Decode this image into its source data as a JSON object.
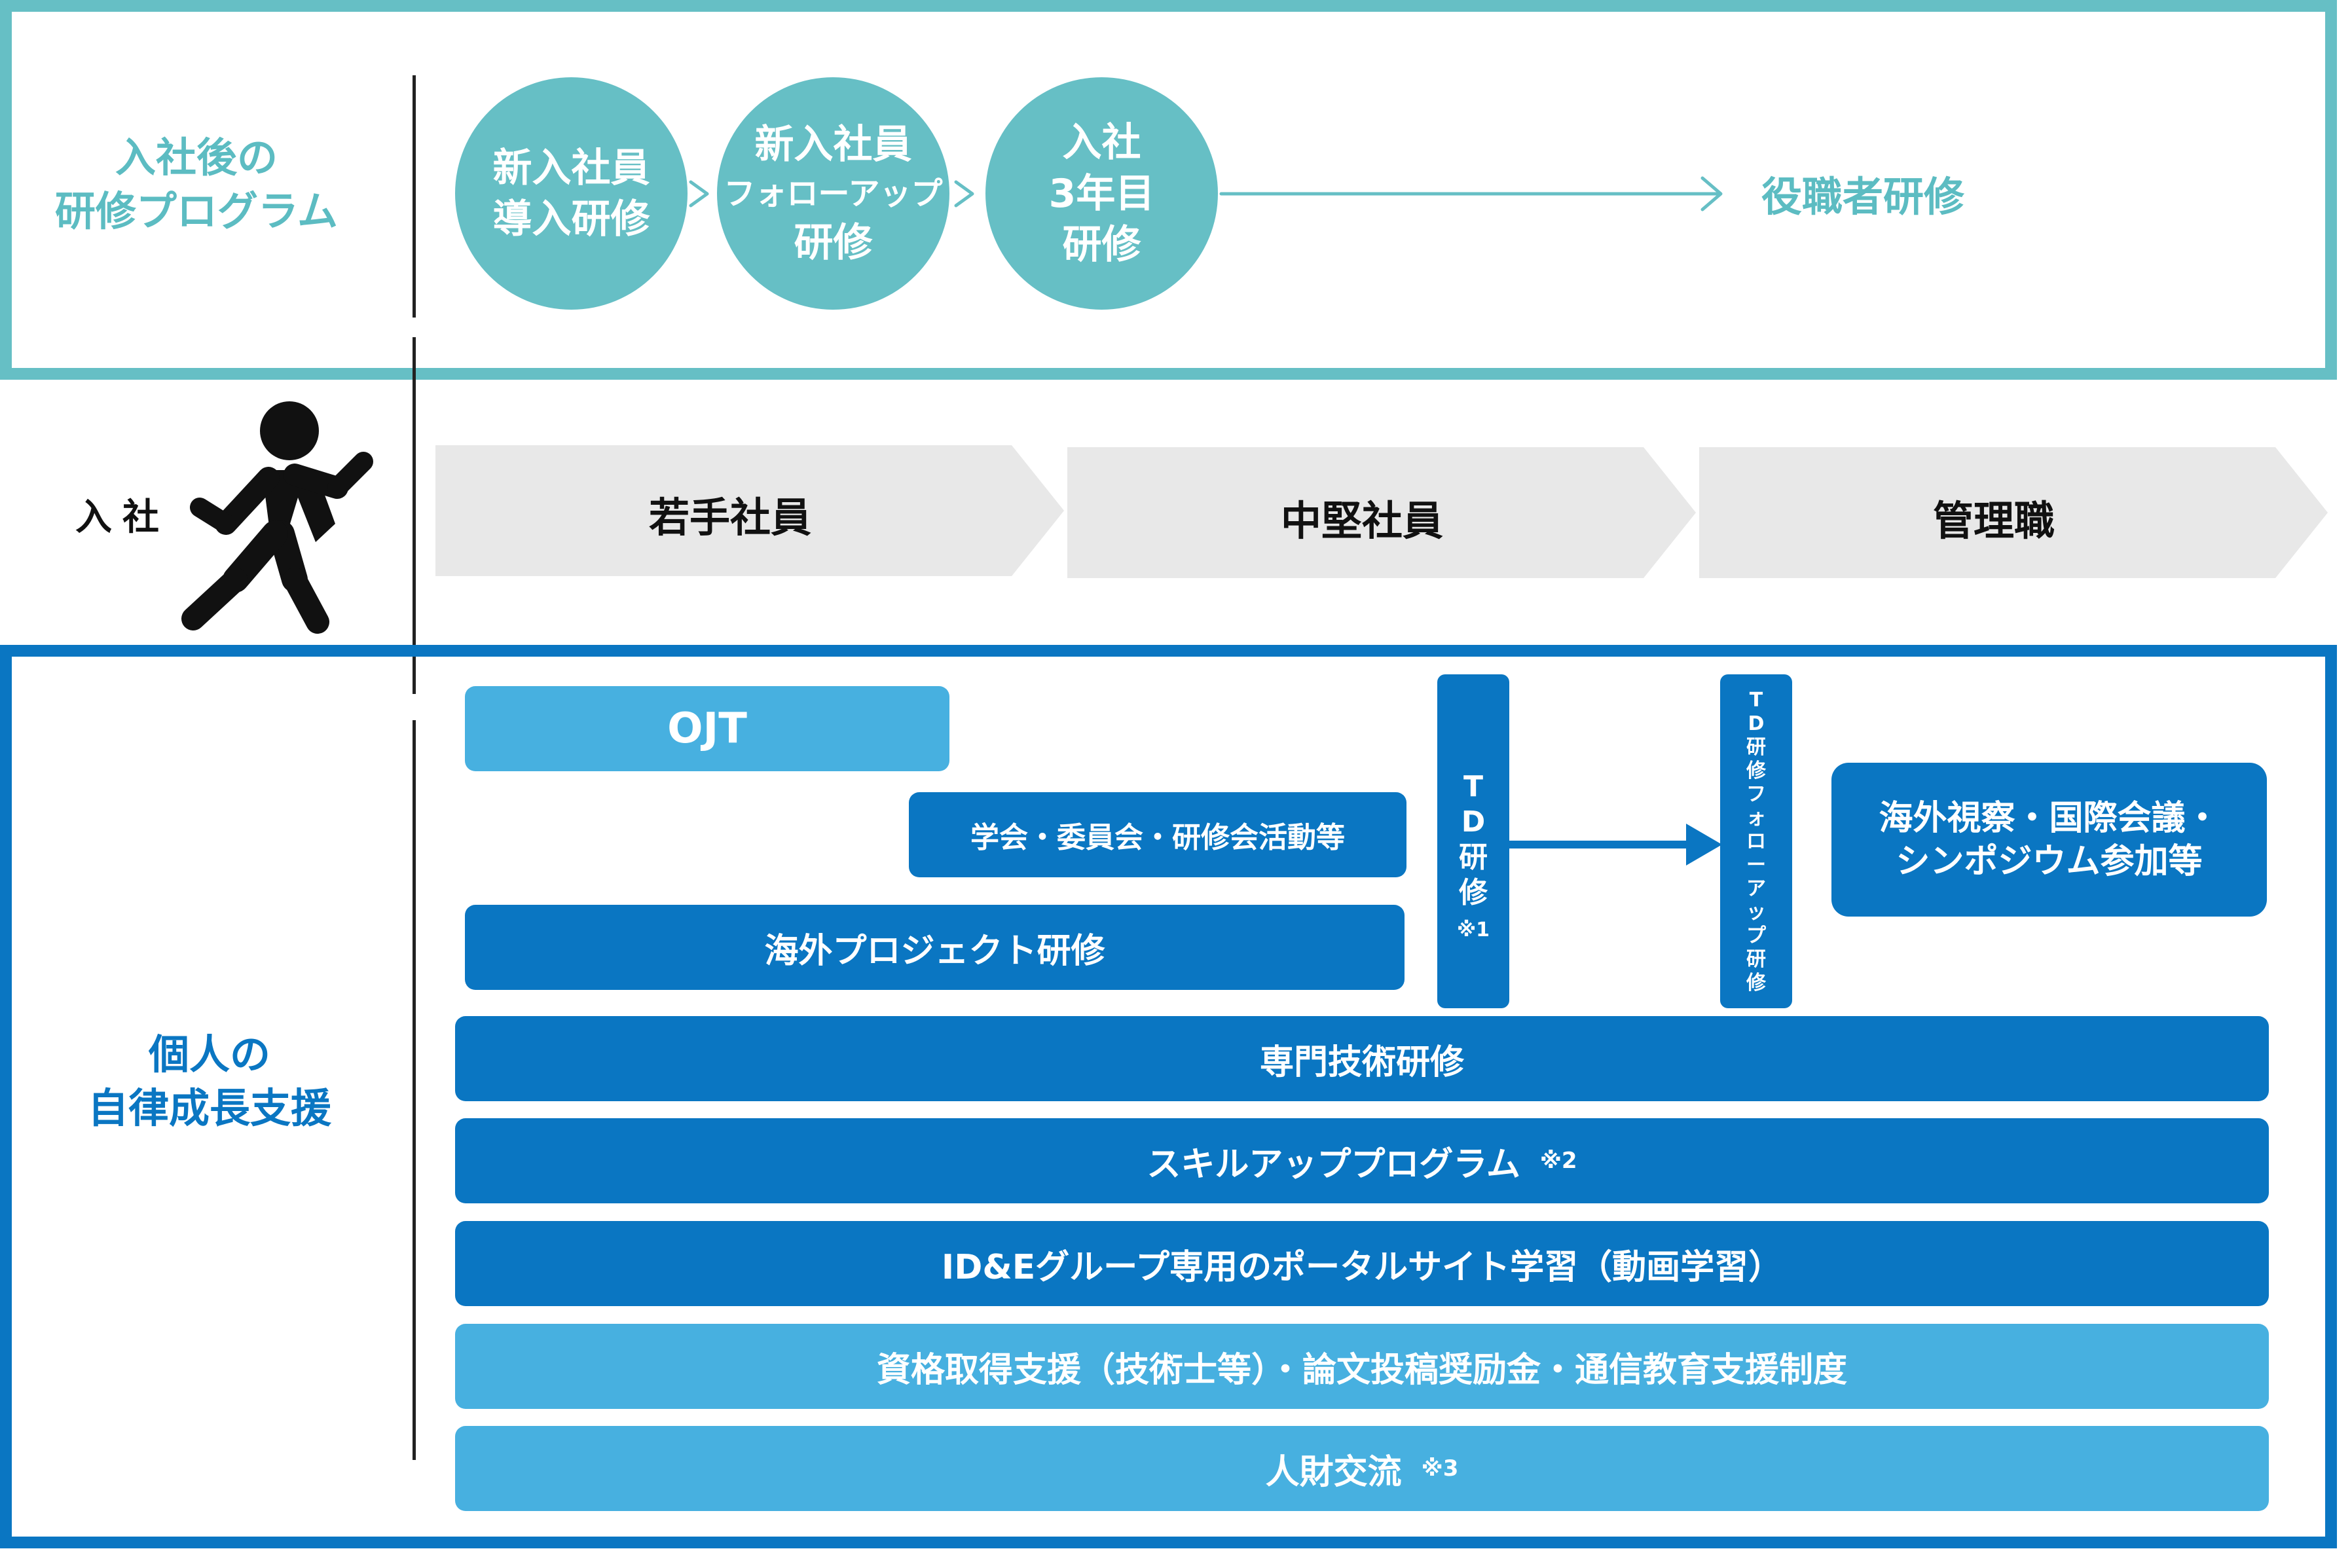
{
  "top": {
    "label_line1": "入社後の",
    "label_line2": "研修プログラム",
    "circles": [
      {
        "line1": "新入社員",
        "line2": "導入研修"
      },
      {
        "line1": "新入社員",
        "line2": "フォローアップ",
        "line3": "研修"
      },
      {
        "line1": "入社",
        "line2": "3年目",
        "line3": "研修"
      }
    ],
    "final": "役職者研修"
  },
  "middle": {
    "join_label": "入社",
    "stages": [
      "若手社員",
      "中堅社員",
      "管理職"
    ]
  },
  "bottom": {
    "label_line1": "個人の",
    "label_line2": "自律成長支援",
    "ojt": "OJT",
    "academic": "学会・委員会・研修会活動等",
    "overseas_project": "海外プロジェクト研修",
    "td_chars": [
      "T",
      "D",
      "研",
      "修"
    ],
    "td_note": "※1",
    "td_follow_chars": [
      "T",
      "D",
      "研",
      "修",
      "フ",
      "ォ",
      "ロ",
      "ー",
      "ア",
      "ッ",
      "プ",
      "研",
      "修"
    ],
    "overseas_line1": "海外視察・国際会議・",
    "overseas_line2": "シンポジウム参加等",
    "bars": [
      {
        "text": "専門技術研修",
        "note": ""
      },
      {
        "text": "スキルアッププログラム",
        "note": "※2"
      },
      {
        "text": "ID&Eグループ専用のポータルサイト学習（動画学習）",
        "note": ""
      },
      {
        "text": "資格取得支援（技術士等）・論文投稿奨励金・通信教育支援制度",
        "note": ""
      },
      {
        "text": "人財交流",
        "note": "※3"
      }
    ]
  },
  "colors": {
    "teal": "#66bfc5",
    "blue": "#0a76c2",
    "light_blue": "#47b0e0",
    "chevron_gray": "#e8e8e8"
  }
}
